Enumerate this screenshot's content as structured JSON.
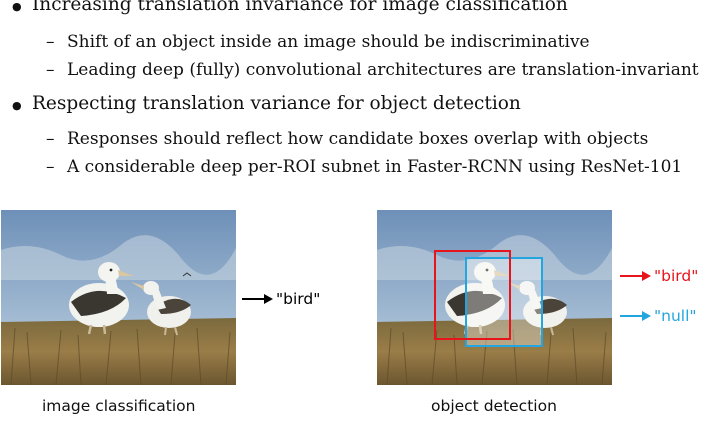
{
  "bullets": [
    {
      "text": "Increasing translation invariance for image classification",
      "subs": [
        "Shift of an object inside an image should be indiscriminative",
        "Leading deep (fully) convolutional architectures are translation-invariant"
      ]
    },
    {
      "text": "Respecting translation variance for object detection",
      "subs": [
        "Responses should reflect how candidate boxes overlap with objects",
        "A considerable deep per-ROI subnet in Faster-RCNN using ResNet-101"
      ]
    }
  ],
  "bullet_glyph": "●",
  "sub_glyph": "–",
  "panels": {
    "classification": {
      "caption": "image classification",
      "output_label": "\"bird\"",
      "arrow_color": "#000000"
    },
    "detection": {
      "caption": "object detection",
      "outputs": [
        {
          "label": "\"bird\"",
          "color": "#e8141c"
        },
        {
          "label": "\"null\"",
          "color": "#23a6df"
        }
      ]
    }
  },
  "colors": {
    "sky": "#6d8fb5",
    "grass": "#8a7240",
    "box_red": "#e8141c",
    "box_blue": "#23a6df"
  }
}
